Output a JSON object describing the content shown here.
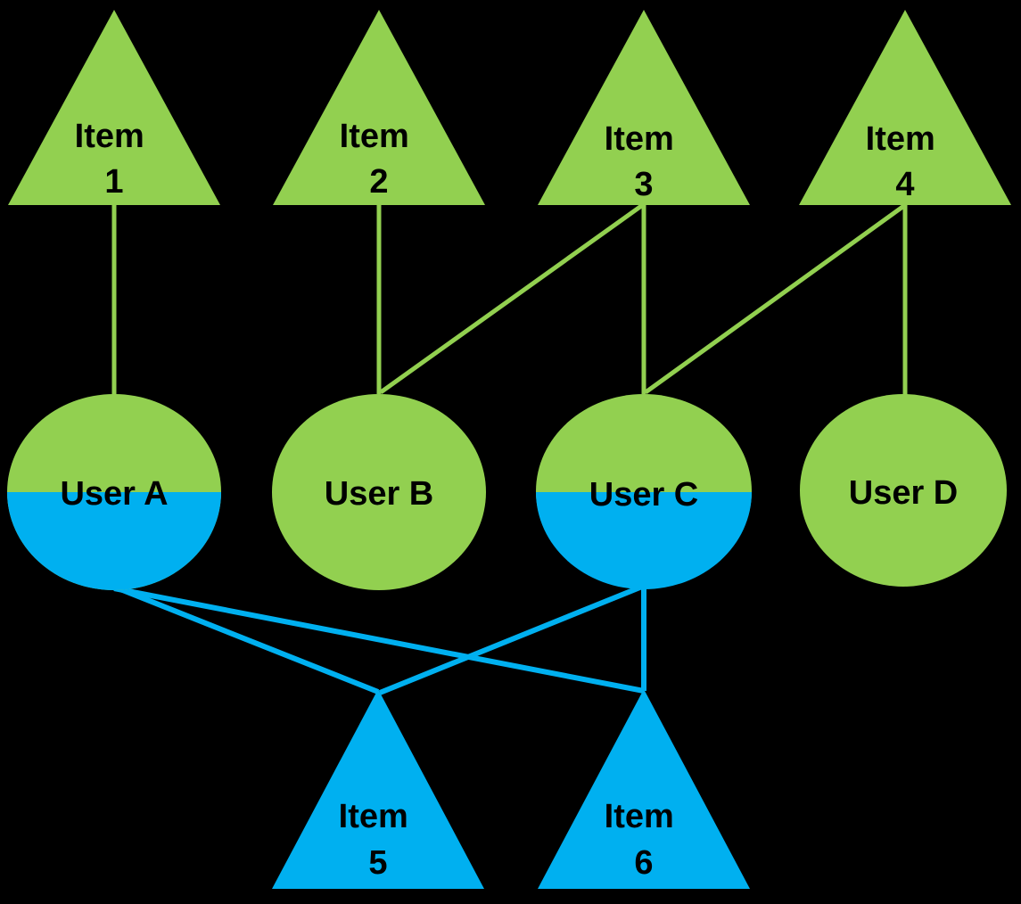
{
  "colors": {
    "background": "#000000",
    "green": "#92D050",
    "blue": "#00B0F0",
    "label_text": "#000000"
  },
  "top_items": [
    {
      "name": "Item 1",
      "label_lines": [
        "Item",
        "1"
      ]
    },
    {
      "name": "Item 2",
      "label_lines": [
        "Item",
        "2"
      ]
    },
    {
      "name": "Item 3",
      "label_lines": [
        "Item",
        "3"
      ]
    },
    {
      "name": "Item 4",
      "label_lines": [
        "Item",
        "4"
      ]
    }
  ],
  "users": [
    {
      "label": "User A"
    },
    {
      "label": "User B"
    },
    {
      "label": "User C"
    },
    {
      "label": "User D"
    }
  ],
  "bottom_items": [
    {
      "name": "Item 5",
      "label_lines": [
        "Item",
        "5"
      ]
    },
    {
      "name": "Item 6",
      "label_lines": [
        "Item",
        "6"
      ]
    }
  ],
  "edges": {
    "item_to_user_green": [
      [
        "Item 1",
        "User A"
      ],
      [
        "Item 2",
        "User B"
      ],
      [
        "Item 3",
        "User B"
      ],
      [
        "Item 3",
        "User C"
      ],
      [
        "Item 4",
        "User C"
      ],
      [
        "Item 4",
        "User D"
      ]
    ],
    "user_to_item_blue": [
      [
        "User A",
        "Item 5"
      ],
      [
        "User A",
        "Item 6"
      ],
      [
        "User C",
        "Item 5"
      ],
      [
        "User C",
        "Item 6"
      ]
    ]
  }
}
